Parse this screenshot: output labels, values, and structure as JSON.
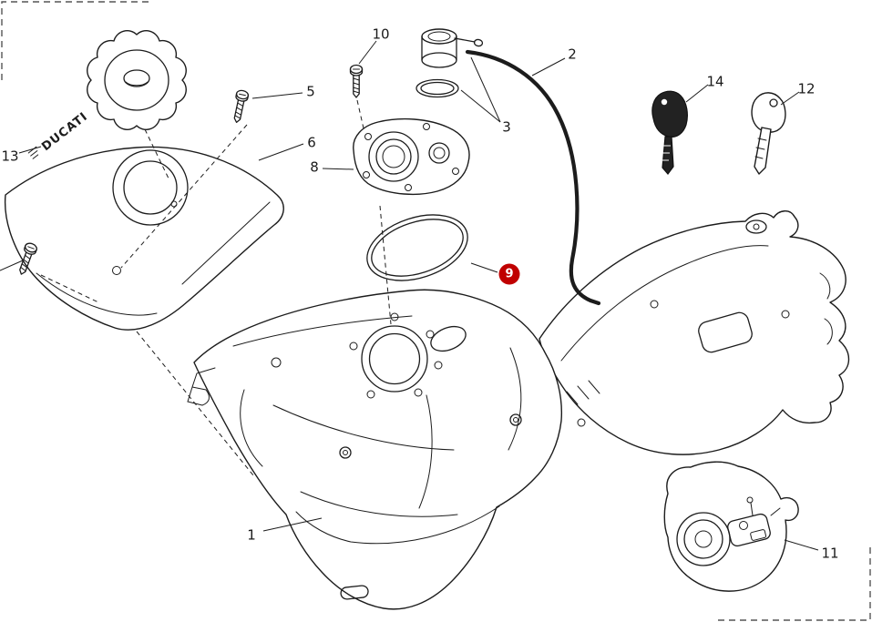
{
  "diagram": {
    "brand_text": "DUCATI",
    "background_color": "#ffffff",
    "line_color": "#1c1c1c",
    "highlight": {
      "color": "#c00000",
      "text_color": "#ffffff"
    },
    "callouts": [
      {
        "id": "1",
        "highlighted": false
      },
      {
        "id": "2",
        "highlighted": false
      },
      {
        "id": "3",
        "highlighted": false
      },
      {
        "id": "5",
        "highlighted": false
      },
      {
        "id": "6",
        "highlighted": false
      },
      {
        "id": "8",
        "highlighted": false
      },
      {
        "id": "9",
        "highlighted": true
      },
      {
        "id": "10",
        "highlighted": false
      },
      {
        "id": "11",
        "highlighted": false
      },
      {
        "id": "12",
        "highlighted": false
      },
      {
        "id": "13",
        "highlighted": false
      },
      {
        "id": "14",
        "highlighted": false
      }
    ]
  }
}
